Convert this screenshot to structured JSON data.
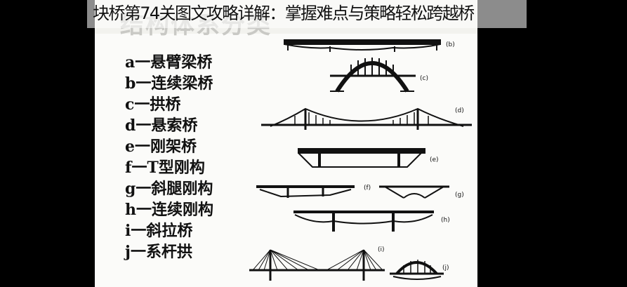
{
  "caption": "块桥第74关图文攻略详解：掌握难点与策略轻松跨越桥",
  "legend": [
    "a一悬臂梁桥",
    "b一连续梁桥",
    "c一拱桥",
    "d一悬索桥",
    "e一刚架桥",
    "f一T型刚构",
    "g一斜腿刚构",
    "h一连续刚构",
    "i一斜拉桥",
    "j一系杆拱"
  ],
  "figure_labels": {
    "b": "(b)",
    "c": "(c)",
    "d": "(d)",
    "e": "(e)",
    "f": "(f)",
    "g": "(g)",
    "h": "(h)",
    "i": "(i)",
    "j": "(j)"
  },
  "colors": {
    "page": "#fbfbf9",
    "ink": "#111111",
    "frame": "#000000"
  }
}
